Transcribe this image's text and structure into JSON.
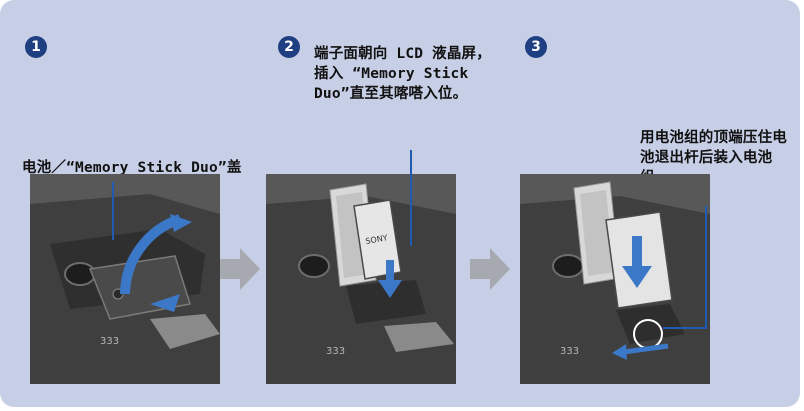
{
  "steps": {
    "one": {
      "number": "1",
      "caption": "电池／“Memory Stick Duo”盖"
    },
    "two": {
      "number": "2",
      "caption": "端子面朝向 LCD 液晶屏，插入 “Memory Stick Duo”直至其喀嗒入位。"
    },
    "three": {
      "number": "3",
      "caption": "用电池组的顶端压住电池退出杆后装入电池组。"
    }
  },
  "icons": {
    "next_step": "right-arrow-icon",
    "direction": "blue-arrow-icon"
  },
  "colors": {
    "panel_background": "#c7cfe6",
    "badge": "#1e3f82",
    "leader_line": "#1f5bb0",
    "motion_arrow": "#3b78c7",
    "step_arrow": "#a7a9b0"
  }
}
